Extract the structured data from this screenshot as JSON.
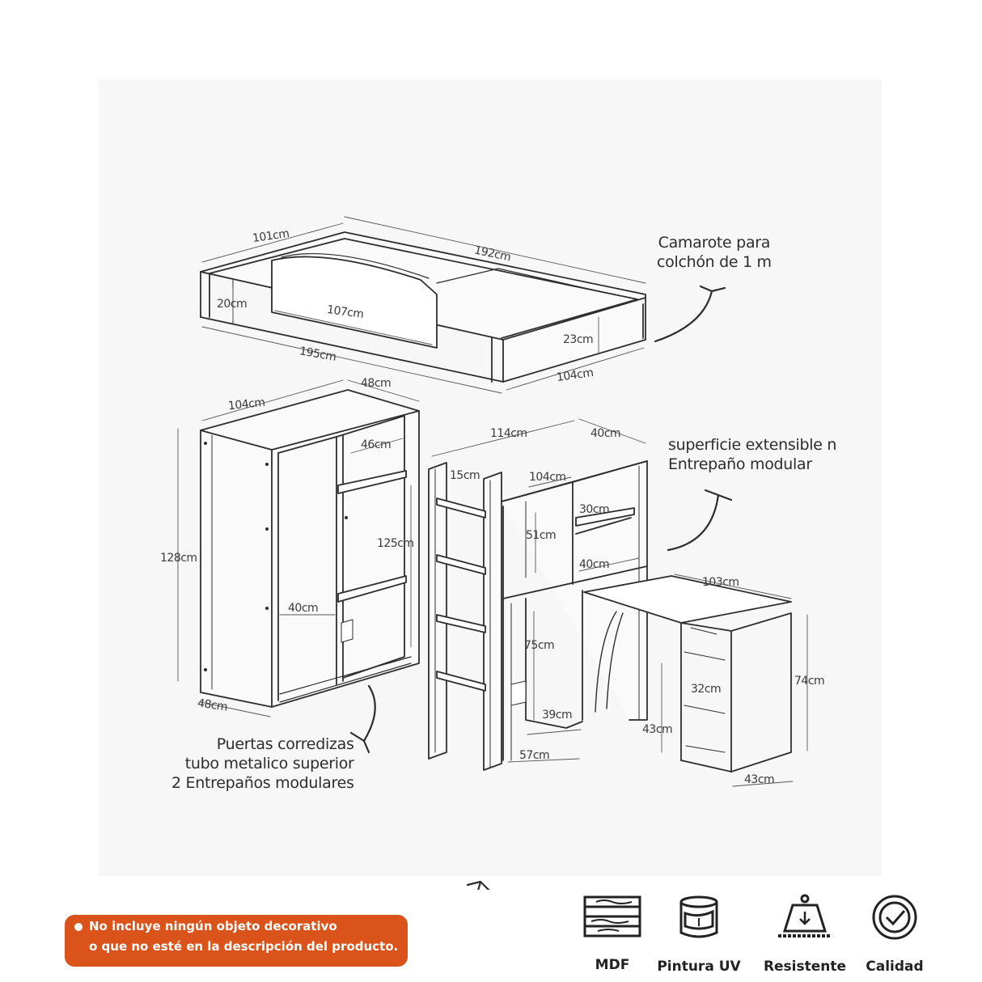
{
  "notes": {
    "bed": [
      "Camarote para",
      "colchón de 1 m"
    ],
    "desk": [
      "superficie extensible  n",
      "Entrepaño modular"
    ],
    "wardrobe": [
      "Puertas corredizas",
      "tubo metalico superior",
      "2 Entrepaños modulares"
    ]
  },
  "dimensions": {
    "bed": {
      "depth": "101cm",
      "length": "192cm",
      "side_height": "20cm",
      "guard_length": "107cm",
      "total_length": "195cm",
      "end_height": "23cm",
      "width": "104cm"
    },
    "wardrobe": {
      "width": "104cm",
      "depth": "48cm",
      "shelf_depth": "46cm",
      "height": "128cm",
      "inner_height": "125cm",
      "rail_height": "40cm",
      "base_depth": "48cm"
    },
    "desk": {
      "length": "114cm",
      "top_depth": "40cm",
      "ladder_gap": "15cm",
      "upper_width": "104cm",
      "shelf_depth": "30cm",
      "upper_height": "51cm",
      "lower_shelf": "40cm",
      "desk_length": "103cm",
      "leg_height": "75cm",
      "height": "74cm",
      "cabinet_shelf": "32cm",
      "leg_width": "39cm",
      "cabinet_height": "43cm",
      "base_width": "57cm",
      "cabinet_width": "43cm"
    }
  },
  "disclaimer": {
    "line1": "No incluye ningún objeto decorativo",
    "line2": "o que no esté en la descripción del producto."
  },
  "features": [
    {
      "label": "MDF",
      "icon": "wood-icon"
    },
    {
      "label": "Pintura UV",
      "icon": "paint-can-icon"
    },
    {
      "label": "Resistente",
      "icon": "weight-icon"
    },
    {
      "label": "Calidad",
      "icon": "check-badge-icon"
    }
  ],
  "colors": {
    "accent": "#d9531a",
    "line": "#2d2d2d",
    "panel": "#f7f7f7"
  }
}
